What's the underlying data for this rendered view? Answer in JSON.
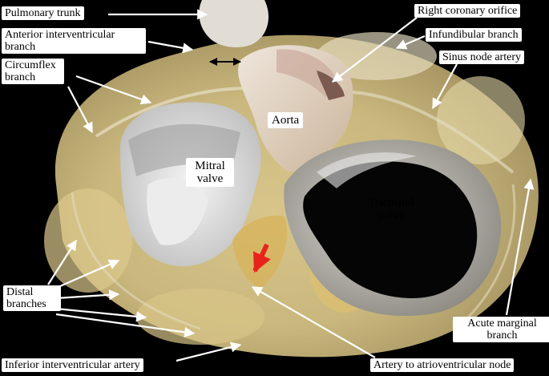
{
  "labels": {
    "pulmonary_trunk": "Pulmonary trunk",
    "anterior_interventricular": "Anterior interventricular branch",
    "circumflex": "Circumflex branch",
    "right_coronary_orifice": "Right coronary orifice",
    "infundibular": "Infundibular branch",
    "sinus_node": "Sinus node artery",
    "aorta": "Aorta",
    "mitral_valve": "Mitral valve",
    "tricuspid_valve": "Tricuspid valve",
    "distal_branches": "Distal branches",
    "acute_marginal": "Acute marginal branch",
    "inferior_interventricular": "Inferior interventricular artery",
    "av_node_artery": "Artery to atrioventricular node"
  },
  "colors": {
    "background": "#000000",
    "label_bg": "#ffffff",
    "pointer_arrow": "#ffffff",
    "highlight_arrow": "#e8231c"
  }
}
